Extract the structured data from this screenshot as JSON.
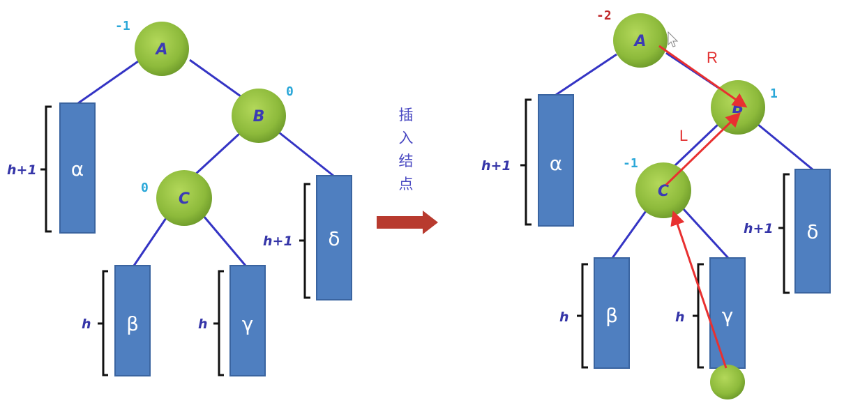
{
  "before": {
    "nodes": {
      "A": "A",
      "B": "B",
      "C": "C"
    },
    "balance": {
      "A": "-1",
      "B": "0",
      "C": "0"
    },
    "subtrees": {
      "alpha": "α",
      "beta": "β",
      "gamma": "γ",
      "delta": "δ"
    },
    "heights": {
      "alpha": "h+1",
      "beta": "h",
      "gamma": "h",
      "delta": "h+1"
    }
  },
  "arrow_caption": [
    "插",
    "入",
    "结",
    "点"
  ],
  "after": {
    "nodes": {
      "A": "A",
      "B": "B",
      "C": "C"
    },
    "balance": {
      "A": "-2",
      "B": "1",
      "C": "-1"
    },
    "subtrees": {
      "alpha": "α",
      "beta": "β",
      "gamma": "γ",
      "delta": "δ"
    },
    "heights": {
      "alpha": "h+1",
      "beta": "h",
      "gamma": "h",
      "delta": "h+1"
    },
    "rotation_labels": {
      "r": "R",
      "l": "L"
    }
  },
  "colors": {
    "node_fill": "#8dba3b",
    "edge": "#3434c4",
    "subtree_fill": "#4f7fc0",
    "bracket": "#111111",
    "balance_normal": "#2aa7d8",
    "balance_unbalanced": "#c0282a",
    "rotation_arrow": "#e83030",
    "transition_arrow": "#b83a2e"
  }
}
